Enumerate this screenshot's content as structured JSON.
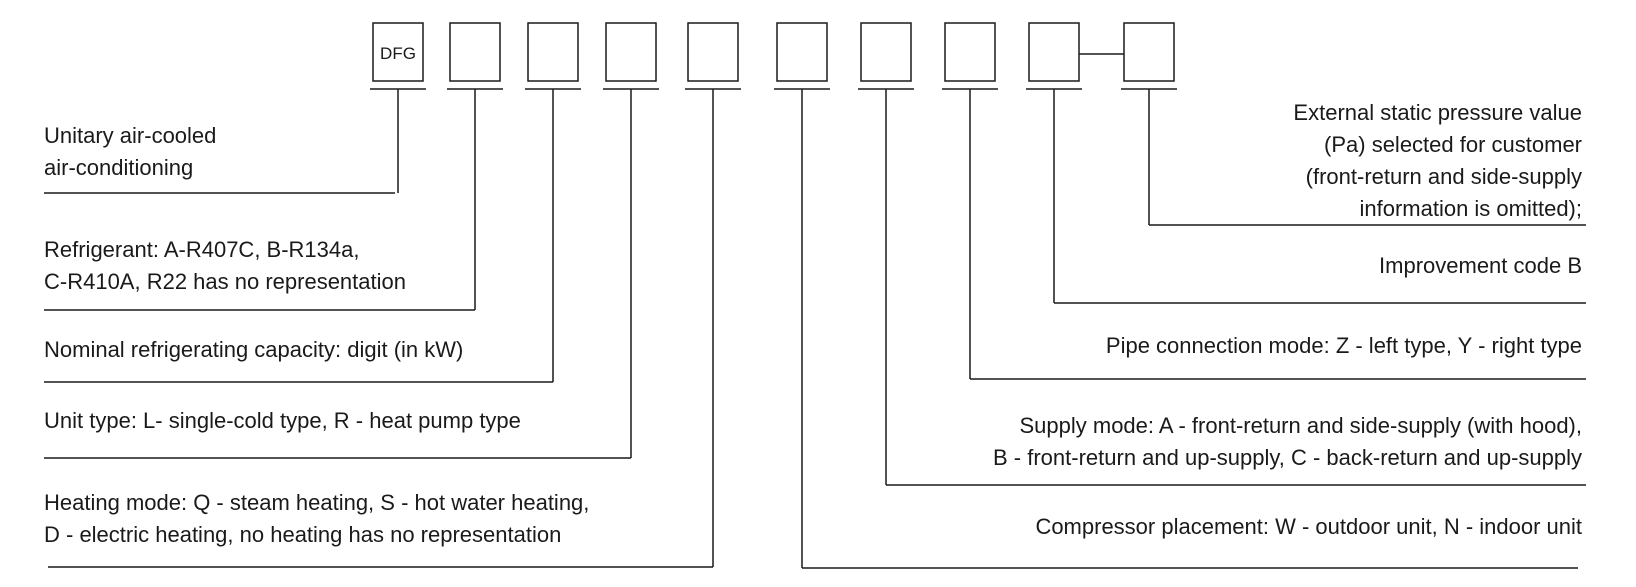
{
  "boxes": [
    {
      "id": "series",
      "text": "DFG"
    },
    {
      "id": "refrigerant",
      "text": ""
    },
    {
      "id": "capacity",
      "text": ""
    },
    {
      "id": "unit_type",
      "text": ""
    },
    {
      "id": "heating_mode",
      "text": ""
    },
    {
      "id": "compressor",
      "text": ""
    },
    {
      "id": "supply_mode",
      "text": ""
    },
    {
      "id": "pipe_connection",
      "text": ""
    },
    {
      "id": "improvement",
      "text": ""
    },
    {
      "id": "static_pressure",
      "text": ""
    }
  ],
  "descriptions": [
    {
      "box": "series",
      "side": "left",
      "lines": [
        "Unitary air-cooled",
        "air-conditioning"
      ]
    },
    {
      "box": "refrigerant",
      "side": "left",
      "lines": [
        "Refrigerant: A-R407C, B-R134a,",
        "C-R410A, R22 has no representation"
      ]
    },
    {
      "box": "capacity",
      "side": "left",
      "lines": [
        "Nominal refrigerating capacity: digit (in kW)"
      ]
    },
    {
      "box": "unit_type",
      "side": "left",
      "lines": [
        "Unit type: L- single-cold type, R - heat pump type"
      ]
    },
    {
      "box": "heating_mode",
      "side": "left",
      "lines": [
        "Heating mode: Q - steam heating, S - hot water heating,",
        "D - electric heating, no heating has no representation"
      ]
    },
    {
      "box": "static_pressure",
      "side": "right",
      "lines": [
        "External static pressure value",
        "(Pa) selected for customer",
        "(front-return and side-supply",
        "information is omitted);"
      ]
    },
    {
      "box": "improvement",
      "side": "right",
      "lines": [
        "Improvement code B"
      ]
    },
    {
      "box": "pipe_connection",
      "side": "right",
      "lines": [
        "Pipe connection mode: Z - left type, Y - right type"
      ]
    },
    {
      "box": "supply_mode",
      "side": "right",
      "lines": [
        "Supply mode: A - front-return and side-supply (with hood),",
        "B - front-return and up-supply, C - back-return and up-supply"
      ]
    },
    {
      "box": "compressor",
      "side": "right",
      "lines": [
        "Compressor placement: W - outdoor unit, N - indoor unit"
      ]
    }
  ],
  "colors": {
    "ink": "#1a1a1a",
    "background": "#ffffff"
  }
}
